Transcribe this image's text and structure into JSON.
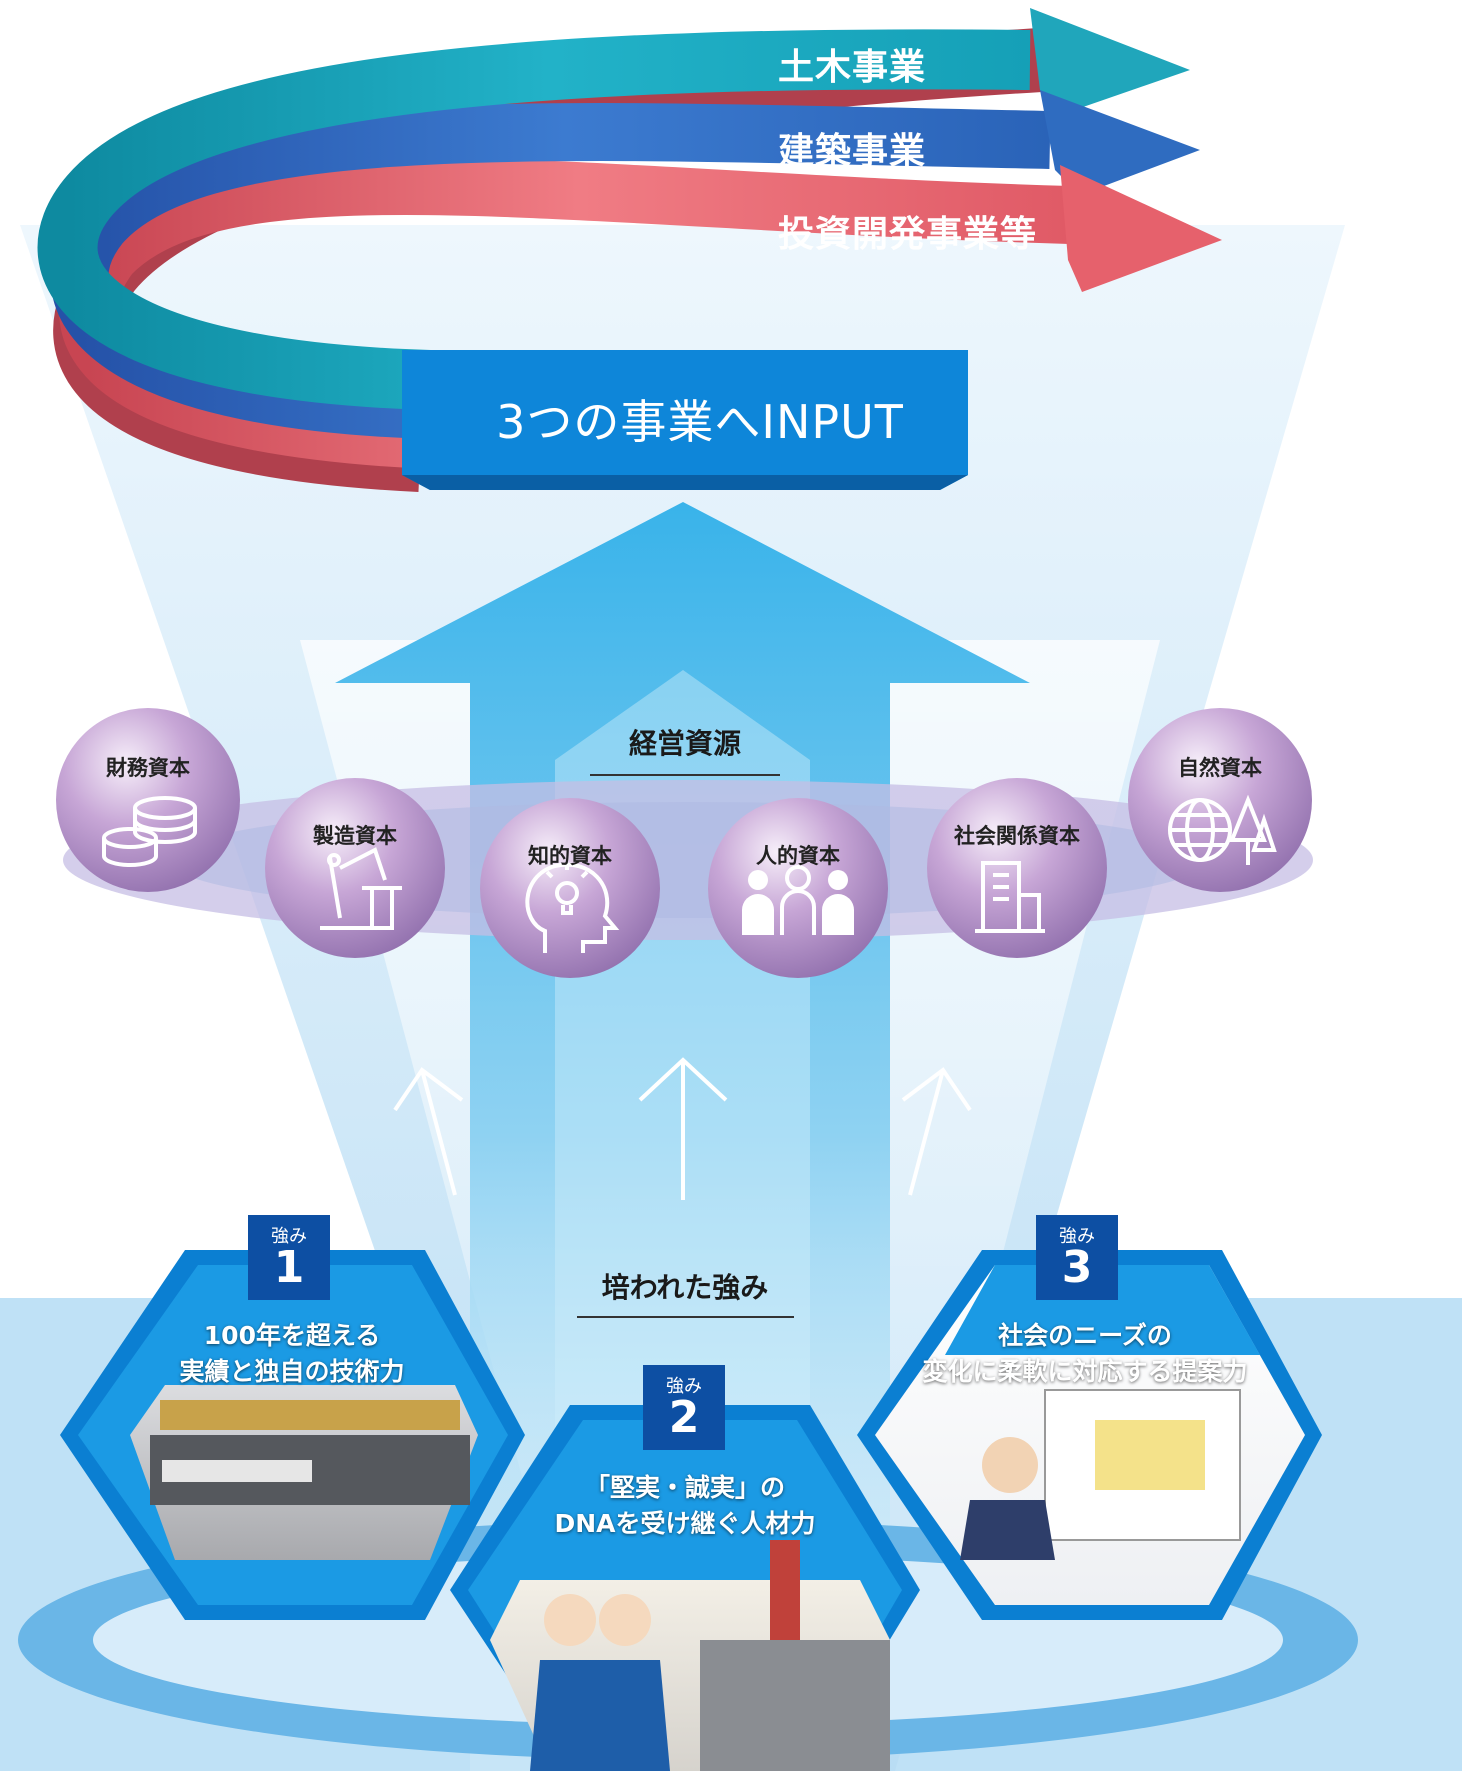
{
  "businesses": [
    {
      "label": "土木事業",
      "color": "#1fa3b8"
    },
    {
      "label": "建築事業",
      "color": "#2e64b8"
    },
    {
      "label": "投資開発事業等",
      "color": "#e3606b"
    }
  ],
  "input_banner": {
    "label": "3つの事業へINPUT",
    "color": "#0e86d9"
  },
  "resources": {
    "title": "経営資源",
    "items": [
      {
        "label": "財務資本",
        "icon": "coins-icon"
      },
      {
        "label": "製造資本",
        "icon": "crane-icon"
      },
      {
        "label": "知的資本",
        "icon": "idea-head-icon"
      },
      {
        "label": "人的資本",
        "icon": "people-icon"
      },
      {
        "label": "社会関係資本",
        "icon": "building-icon"
      },
      {
        "label": "自然資本",
        "icon": "globe-tree-icon"
      }
    ]
  },
  "strengths": {
    "title": "培われた強み",
    "items": [
      {
        "badge_label": "強み",
        "number": "1",
        "text": "100年を超える\n実績と独自の技術力",
        "image": "bearing-device-illustration"
      },
      {
        "badge_label": "強み",
        "number": "2",
        "text": "「堅実・誠実」の\nDNAを受け継ぐ人材力",
        "image": "workers-illustration"
      },
      {
        "badge_label": "強み",
        "number": "3",
        "text": "社会のニーズの\n変化に柔軟に対応する提案力",
        "image": "presenter-illustration"
      }
    ]
  }
}
